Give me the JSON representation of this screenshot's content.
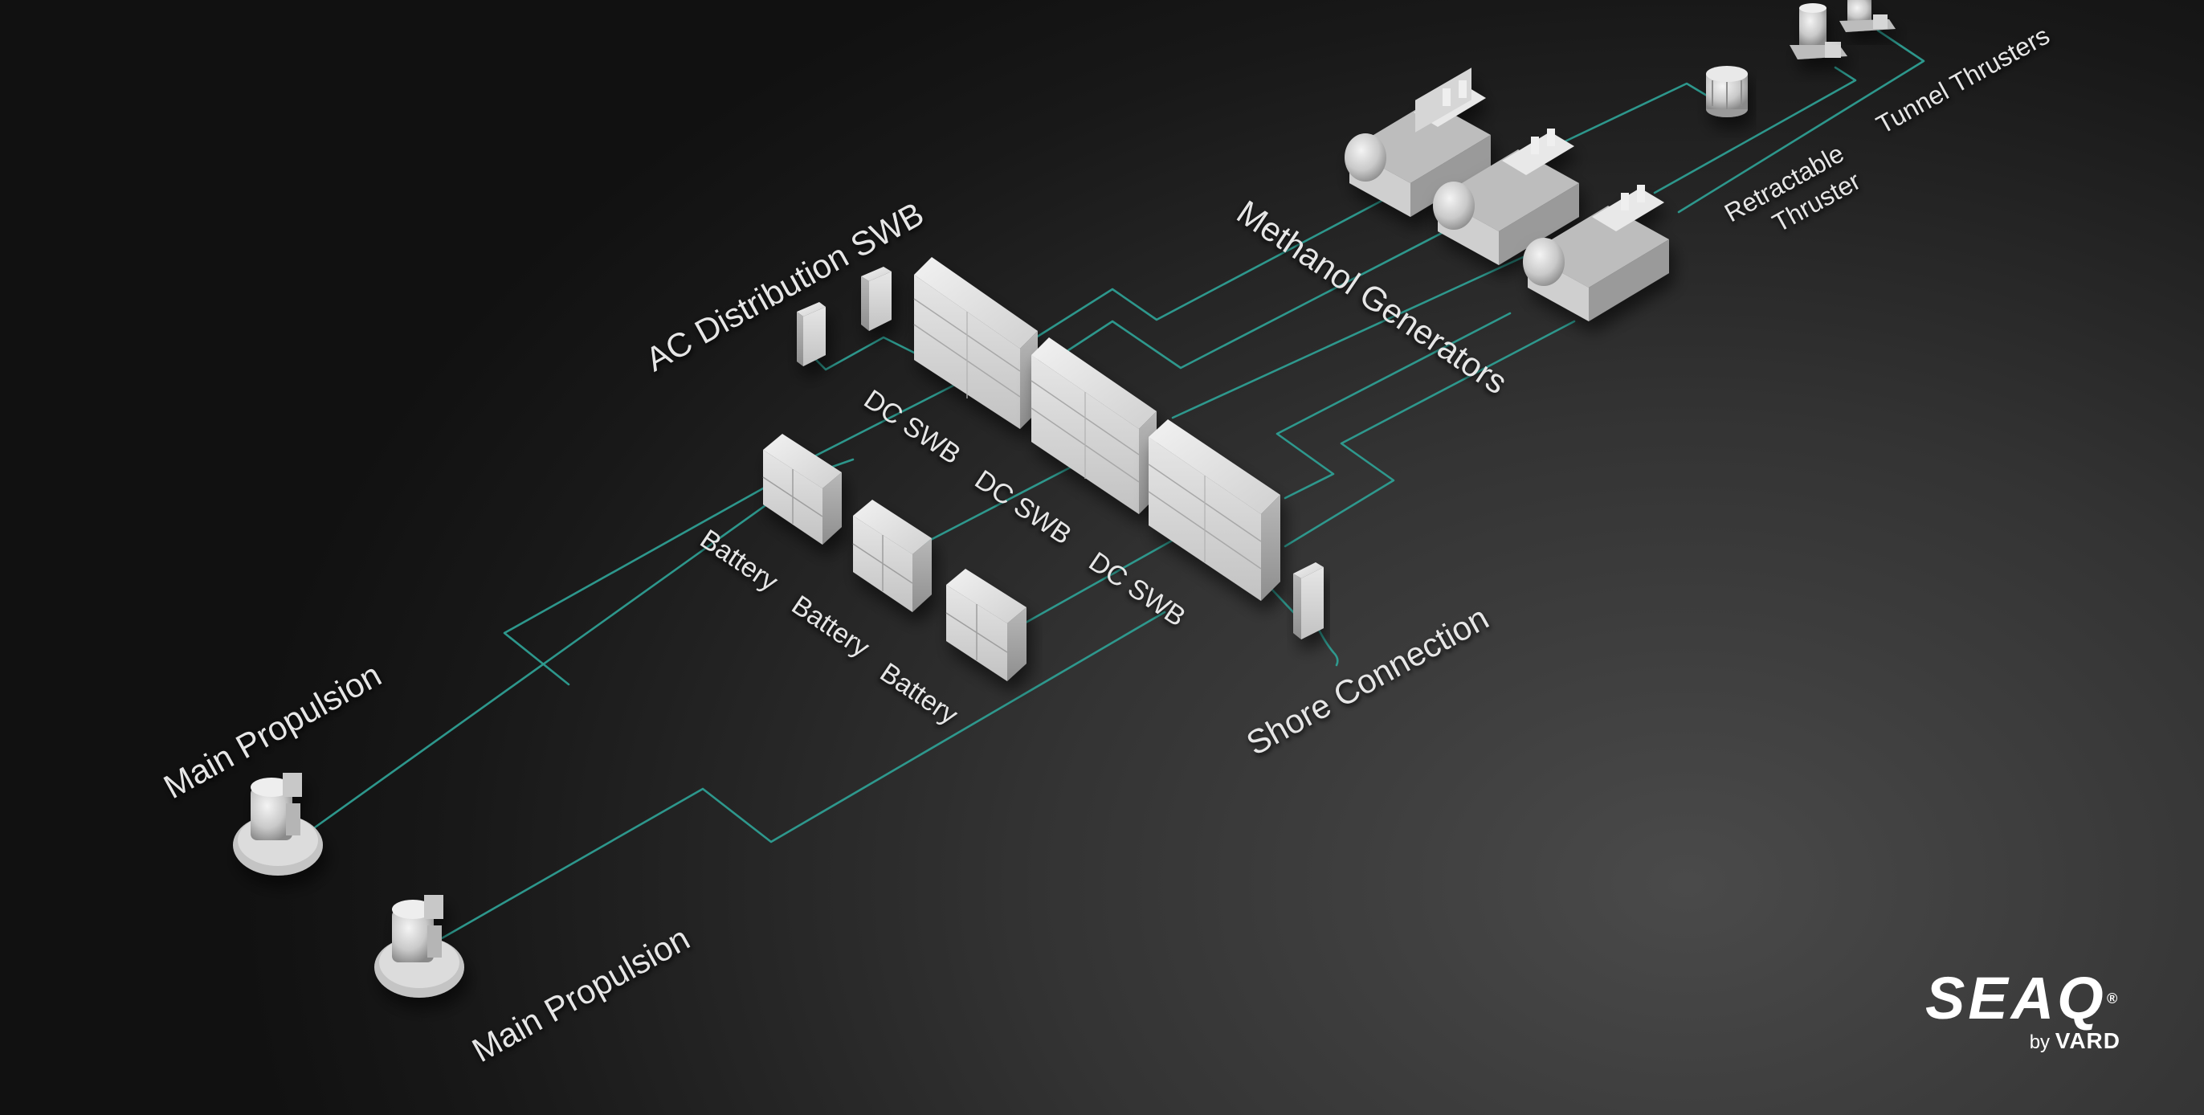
{
  "labels": {
    "main_propulsion_1": "Main Propulsion",
    "main_propulsion_2": "Main Propulsion",
    "ac_distribution": "AC Distribution SWB",
    "dc_swb_1": "DC SWB",
    "dc_swb_2": "DC SWB",
    "dc_swb_3": "DC SWB",
    "battery_1": "Battery",
    "battery_2": "Battery",
    "battery_3": "Battery",
    "methanol_generators": "Methanol Generators",
    "retractable_line1": "Retractable",
    "retractable_line2": "Thruster",
    "tunnel_thrusters": "Tunnel Thrusters",
    "shore_connection": "Shore Connection"
  },
  "logo": {
    "brand": "SEAQ",
    "registered": "®",
    "by": "by",
    "company": "VARD"
  },
  "colors": {
    "wire": "#2e9e92",
    "equipment": "#d9d9d9",
    "background_light": "#4a4a4a",
    "background_dark": "#111111",
    "text": "#e6e6e6"
  }
}
